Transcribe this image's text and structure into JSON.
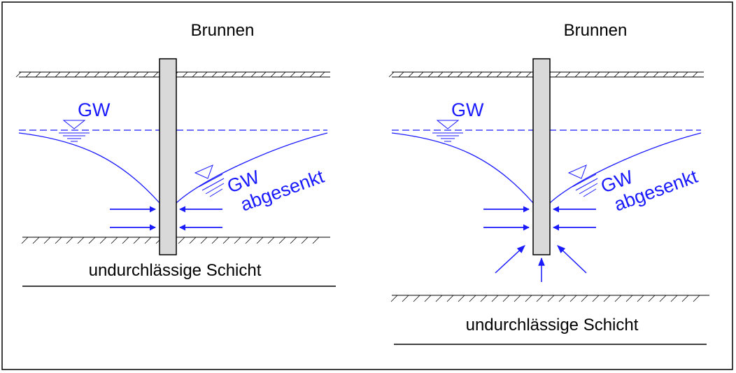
{
  "colors": {
    "water": "#1a1aff",
    "well": "#d9d9d9",
    "ink": "#000000"
  },
  "left": {
    "well_label": "Brunnen",
    "gw_label": "GW",
    "lowered_label_1": "GW",
    "lowered_label_2": "abgesenkt",
    "layer_label": "undurchlässige Schicht"
  },
  "right": {
    "well_label": "Brunnen",
    "gw_label": "GW",
    "lowered_label_1": "GW",
    "lowered_label_2": "abgesenkt",
    "layer_label": "undurchlässige Schicht"
  }
}
